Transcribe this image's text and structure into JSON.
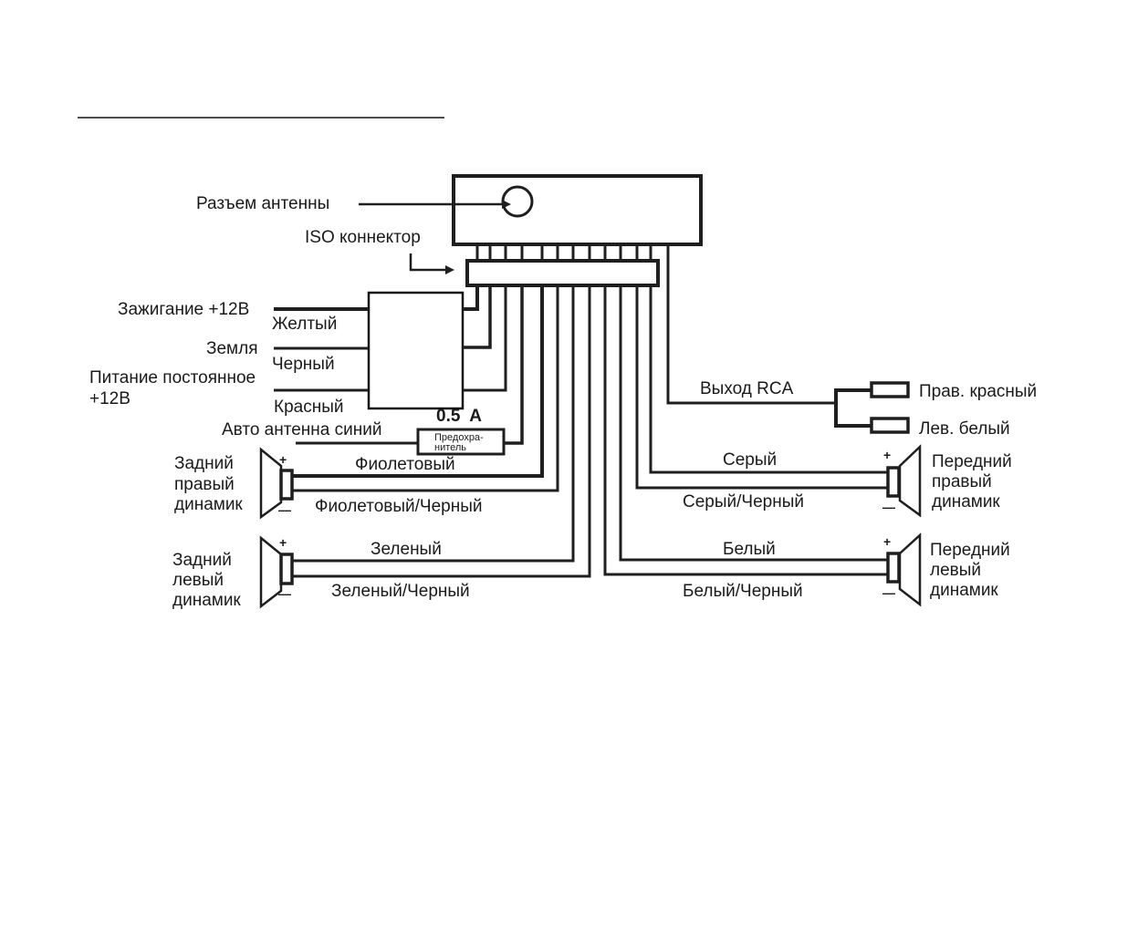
{
  "diagram": {
    "title_rule": true,
    "head_unit": {
      "antenna_socket_label": "Разъем антенны",
      "iso_connector_label": "ISO коннектор"
    },
    "power": {
      "ignition_label": "Зажигание +12В",
      "ignition_wire": "Желтый",
      "ground_label": "Земля",
      "ground_wire": "Черный",
      "constant_label_line1": "Питание постоянное",
      "constant_label_line2": "+12В",
      "constant_wire": "Красный",
      "auto_antenna_label": "Авто антенна синий",
      "fuse_rating": "0.5  A",
      "fuse_label_line1": "Предохра-",
      "fuse_label_line2": "нитель"
    },
    "rca": {
      "output_label": "Выход RCA",
      "right_label": "Прав. красный",
      "left_label": "Лев. белый"
    },
    "speakers": {
      "rear_right": {
        "name_lines": [
          "Задний",
          "правый",
          "динамик"
        ],
        "plus_wire": "Фиолетовый",
        "minus_wire": "Фиолетовый/Черный"
      },
      "rear_left": {
        "name_lines": [
          "Задний",
          "левый",
          "динамик"
        ],
        "plus_wire": "Зеленый",
        "minus_wire": "Зеленый/Черный"
      },
      "front_right": {
        "name_lines": [
          "Передний",
          "правый",
          "динамик"
        ],
        "plus_wire": "Серый",
        "minus_wire": "Серый/Черный"
      },
      "front_left": {
        "name_lines": [
          "Передний",
          "левый",
          "динамик"
        ],
        "plus_wire": "Белый",
        "minus_wire": "Белый/Черный"
      },
      "plus_sign": "+",
      "minus_sign": "—"
    },
    "colors": {
      "line": "#1f1f1f",
      "background": "#ffffff"
    }
  }
}
